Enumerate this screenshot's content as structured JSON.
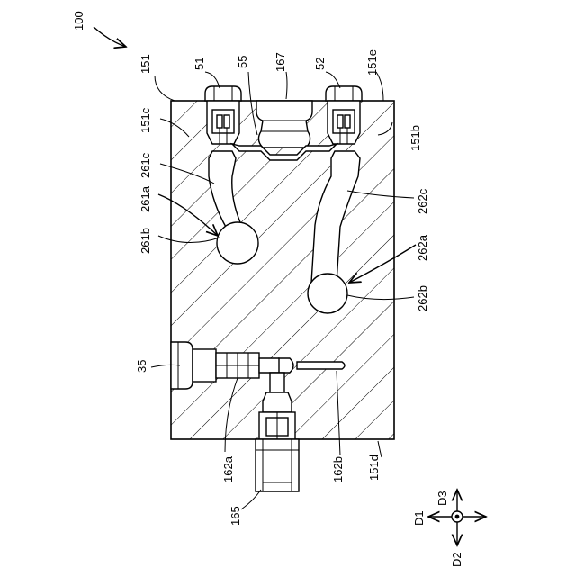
{
  "figure": {
    "labels": {
      "ref_100": "100",
      "ref_151": "151",
      "ref_51": "51",
      "ref_55": "55",
      "ref_167": "167",
      "ref_52": "52",
      "ref_151e": "151e",
      "ref_151c": "151c",
      "ref_151b": "151b",
      "ref_261c": "261c",
      "ref_261a": "261a",
      "ref_261b": "261b",
      "ref_262c": "262c",
      "ref_262a": "262a",
      "ref_262b": "262b",
      "ref_35": "35",
      "ref_162a": "162a",
      "ref_162b": "162b",
      "ref_151d": "151d",
      "ref_165": "165"
    },
    "axes": {
      "d1": "D1",
      "d2": "D2",
      "d3": "D3"
    }
  }
}
